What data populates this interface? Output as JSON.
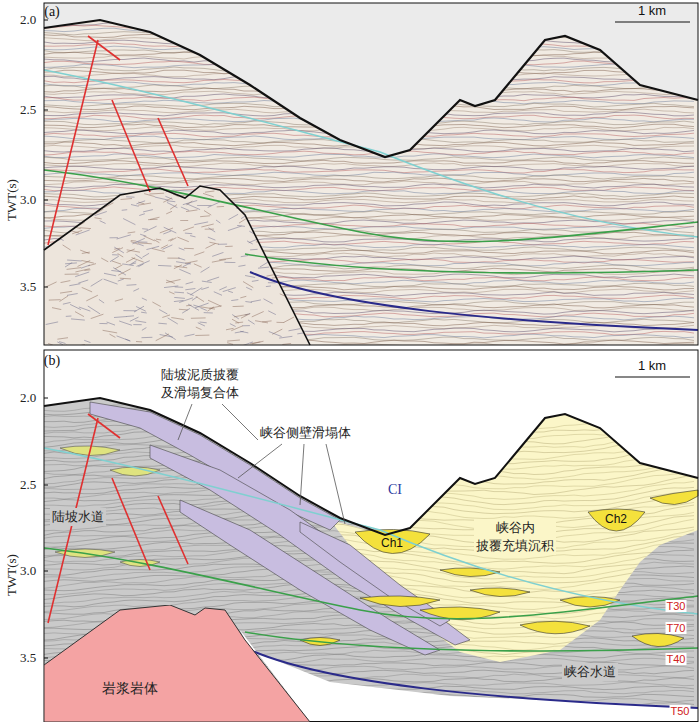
{
  "diagram": {
    "nodes": [
      {
        "text": [
          "岩浆岩体"
        ]
      }
    ],
    "labels": [
      "(a)",
      "1 km",
      "2.0",
      "2.5",
      "3.0",
      "3.5",
      "TWT(s)",
      "(b)",
      "1 km",
      "2.0",
      "2.5",
      "3.0",
      "3.5",
      "TWT(s)",
      "陆坡泥质披覆 及滑塌复合体",
      "峡谷侧壁滑塌体",
      "CI",
      "Ch1",
      "峡谷内 披覆充填沉积",
      "Ch2",
      "陆坡水道",
      "峡谷水道",
      "T70",
      "T30",
      "T40",
      "T50"
    ]
  }
}
